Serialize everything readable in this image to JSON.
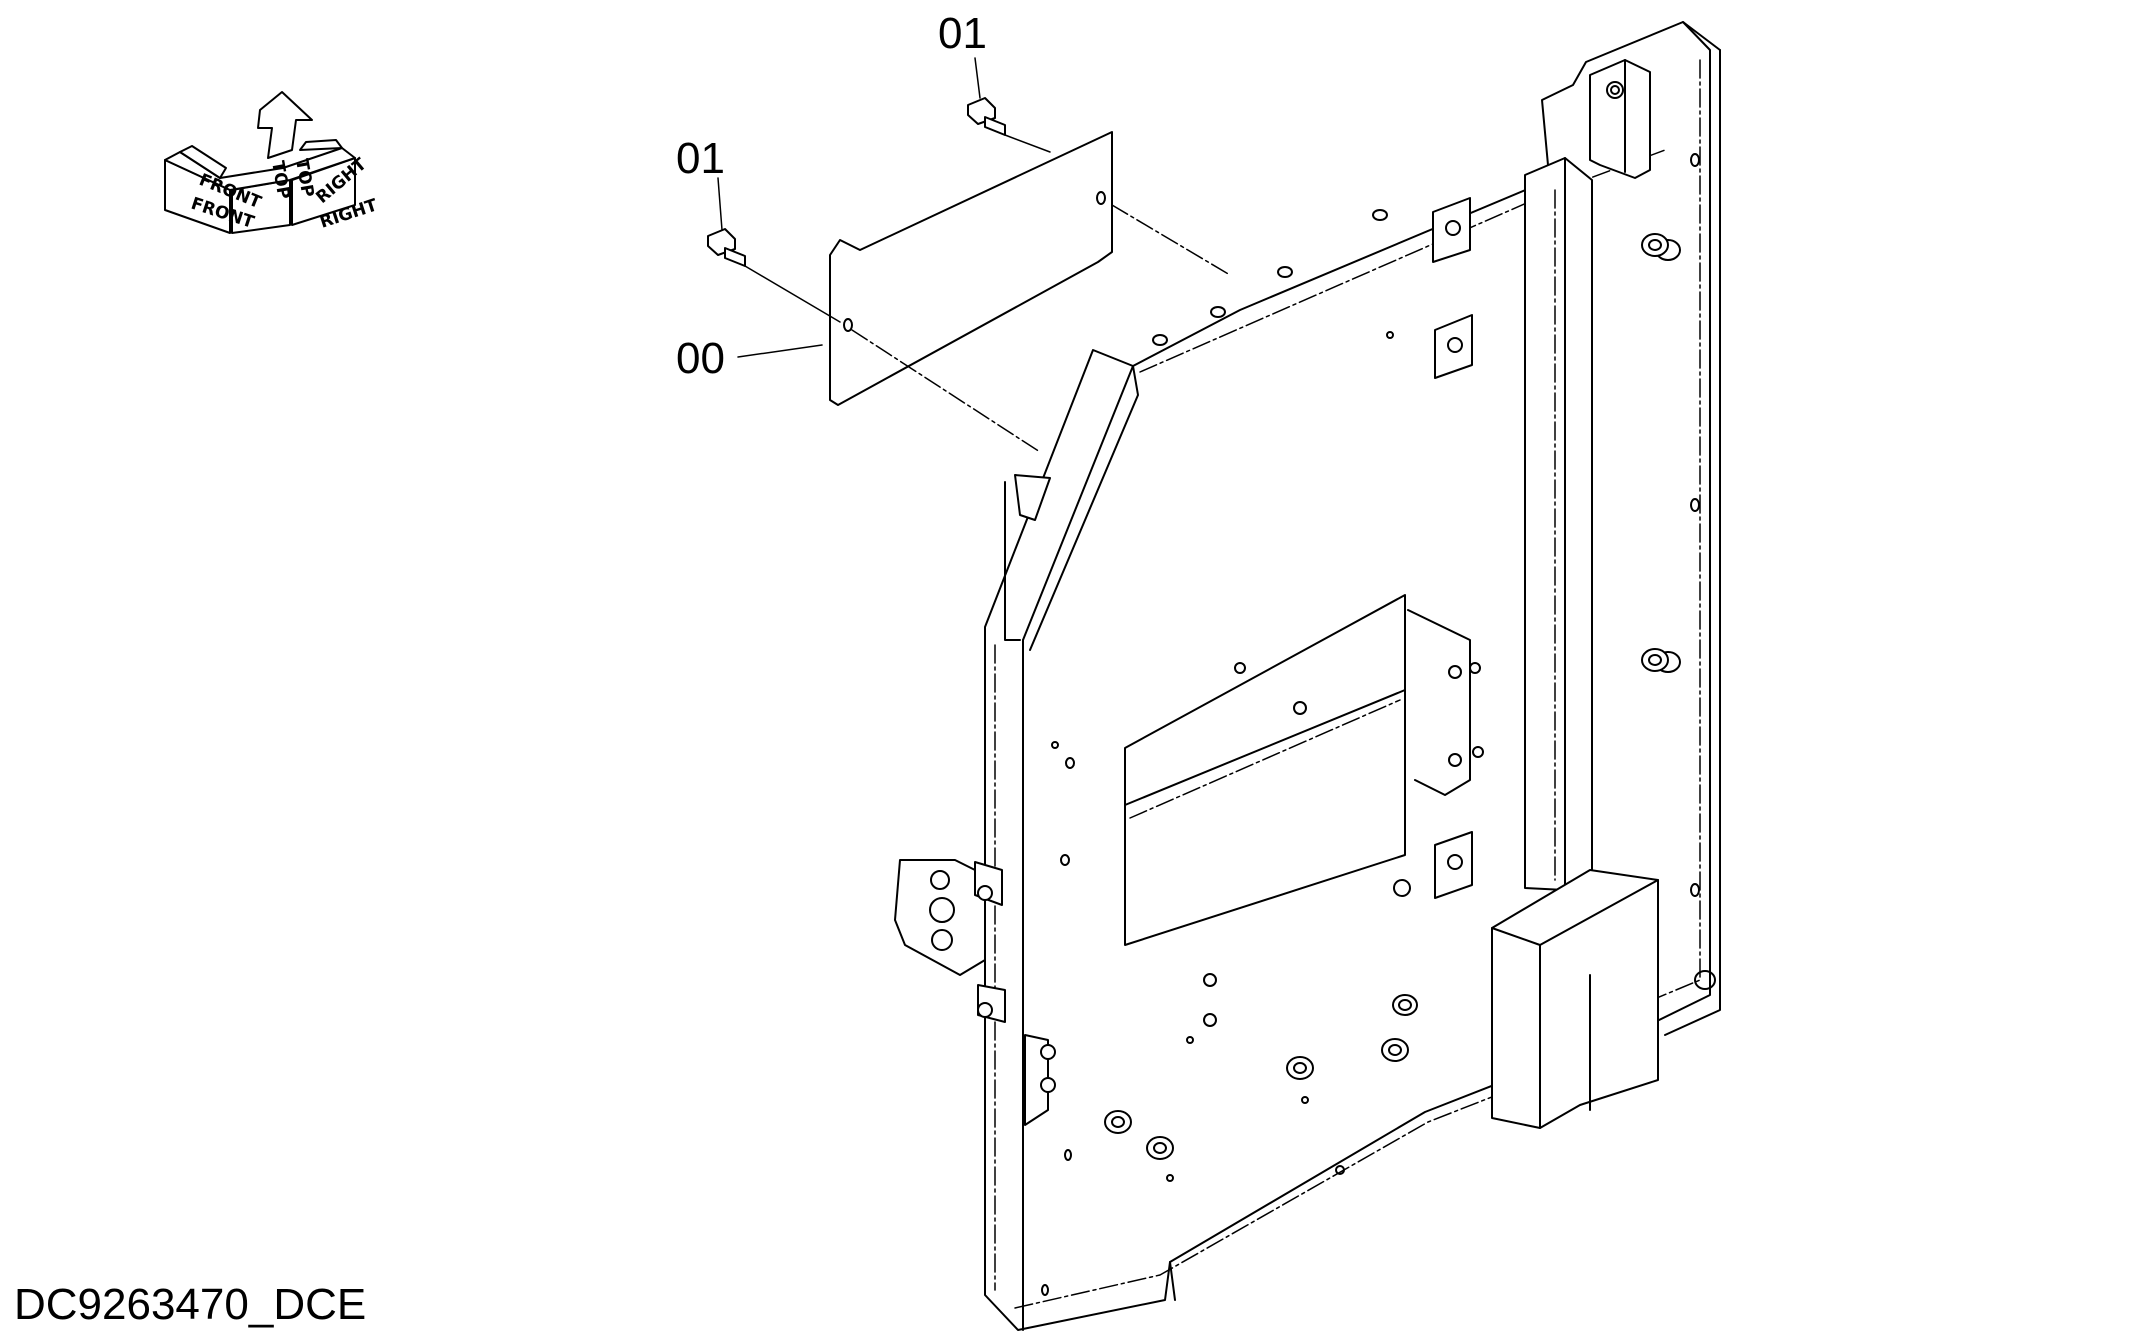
{
  "callouts": {
    "bolt_upper": "01",
    "bolt_lower": "01",
    "cover_plate": "00"
  },
  "orientation": {
    "front": "FRONT",
    "top": "TOP",
    "right": "RIGHT"
  },
  "drawing_id": "DC9263470_DCE",
  "colors": {
    "line": "#000000",
    "background": "#ffffff"
  }
}
